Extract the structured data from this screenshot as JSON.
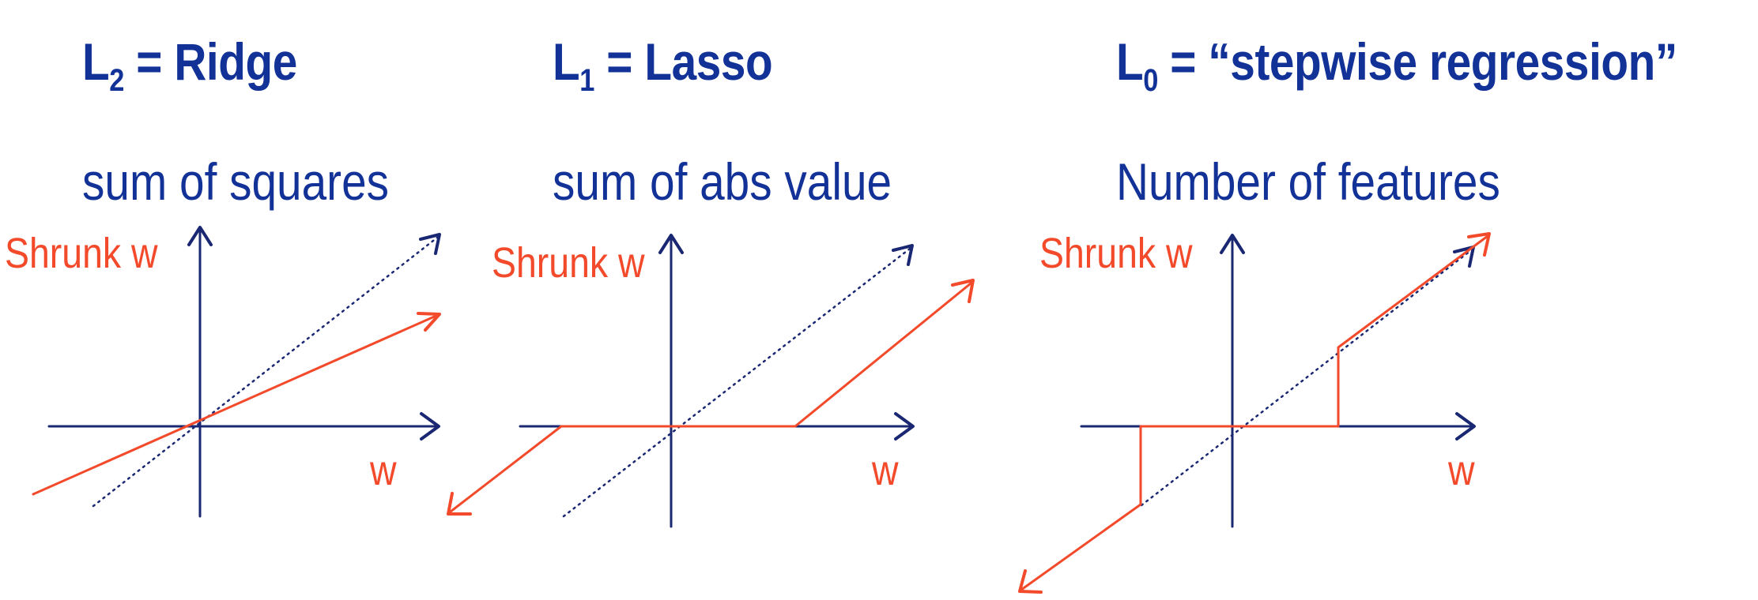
{
  "colors": {
    "title": "#123298",
    "axis": "#1a2773",
    "curve": "#f24a2a",
    "identity": "#1a2773"
  },
  "panels": [
    {
      "title_main": "L",
      "title_sub": "2",
      "title_rest": " = Ridge",
      "subtitle": "sum of squares",
      "y_label": "Shrunk w",
      "x_label": "w",
      "shape": "proportional-shrink"
    },
    {
      "title_main": "L",
      "title_sub": "1",
      "title_rest": " = Lasso",
      "subtitle": "sum of abs value",
      "y_label": "Shrunk w",
      "x_label": "w",
      "shape": "soft-threshold"
    },
    {
      "title_main": "L",
      "title_sub": "0",
      "title_rest": " = “stepwise regression”",
      "subtitle": "Number of features",
      "y_label": "Shrunk w",
      "x_label": "w",
      "shape": "hard-threshold"
    }
  ]
}
